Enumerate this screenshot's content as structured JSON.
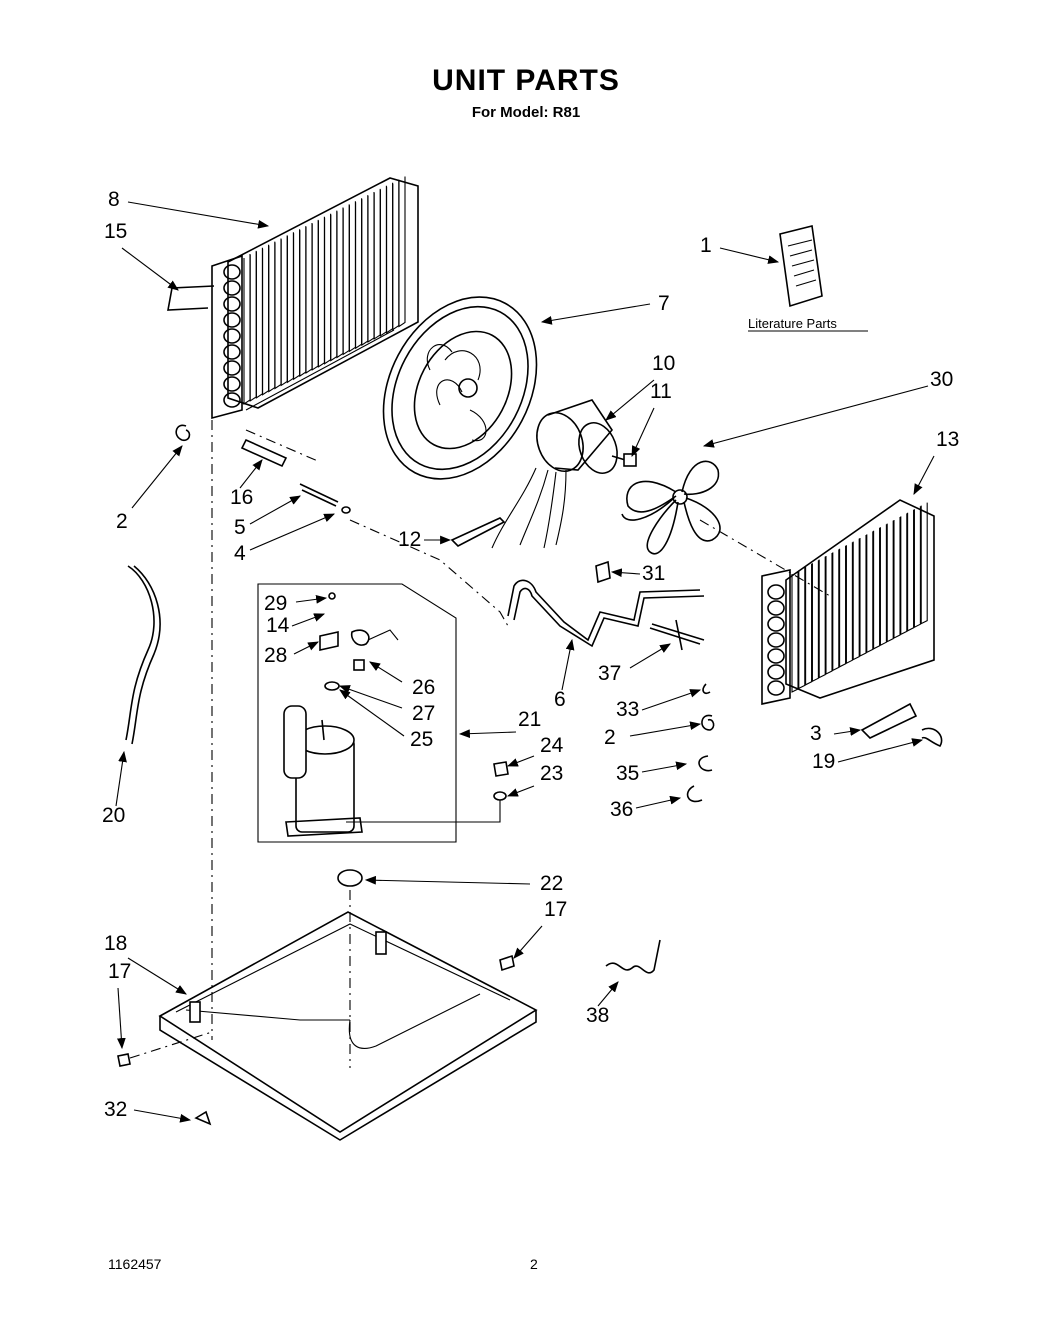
{
  "title": "UNIT PARTS",
  "subtitle": "For Model: R81",
  "footer": {
    "doc_number": "1162457",
    "page_number": "2"
  },
  "literature_label": "Literature Parts",
  "callouts": [
    "1",
    "2",
    "2",
    "3",
    "4",
    "5",
    "6",
    "7",
    "8",
    "10",
    "11",
    "12",
    "13",
    "14",
    "15",
    "16",
    "17",
    "17",
    "18",
    "19",
    "20",
    "21",
    "22",
    "23",
    "24",
    "25",
    "26",
    "27",
    "28",
    "29",
    "30",
    "31",
    "32",
    "33",
    "35",
    "36",
    "37",
    "38"
  ]
}
